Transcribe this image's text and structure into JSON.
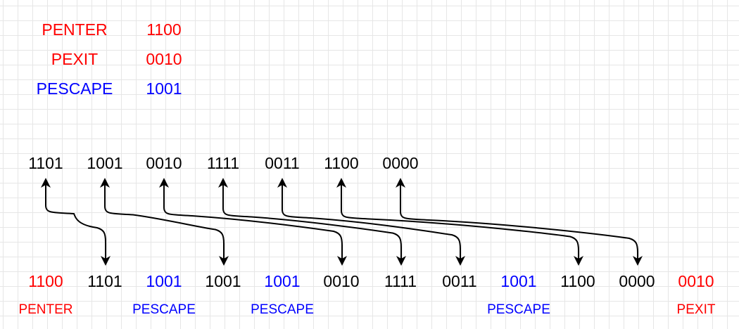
{
  "legend": [
    {
      "name": "PENTER",
      "code": "1100",
      "color": "#ff0000"
    },
    {
      "name": "PEXIT",
      "code": "0010",
      "color": "#ff0000"
    },
    {
      "name": "PESCAPE",
      "code": "1001",
      "color": "#0000ff"
    }
  ],
  "input_sequence": [
    "1101",
    "1001",
    "0010",
    "1111",
    "0011",
    "1100",
    "0000"
  ],
  "output_sequence": [
    {
      "value": "1100",
      "color": "#ff0000",
      "label": "PENTER"
    },
    {
      "value": "1101",
      "color": "#000000",
      "label": ""
    },
    {
      "value": "1001",
      "color": "#0000ff",
      "label": "PESCAPE"
    },
    {
      "value": "1001",
      "color": "#000000",
      "label": ""
    },
    {
      "value": "1001",
      "color": "#0000ff",
      "label": "PESCAPE"
    },
    {
      "value": "0010",
      "color": "#000000",
      "label": ""
    },
    {
      "value": "1111",
      "color": "#000000",
      "label": ""
    },
    {
      "value": "0011",
      "color": "#000000",
      "label": ""
    },
    {
      "value": "1001",
      "color": "#0000ff",
      "label": "PESCAPE"
    },
    {
      "value": "1100",
      "color": "#000000",
      "label": ""
    },
    {
      "value": "0000",
      "color": "#000000",
      "label": ""
    },
    {
      "value": "0010",
      "color": "#ff0000",
      "label": "PEXIT"
    }
  ],
  "mapping": [
    [
      0,
      1
    ],
    [
      1,
      3
    ],
    [
      2,
      5
    ],
    [
      3,
      6
    ],
    [
      4,
      7
    ],
    [
      5,
      9
    ],
    [
      6,
      10
    ]
  ]
}
